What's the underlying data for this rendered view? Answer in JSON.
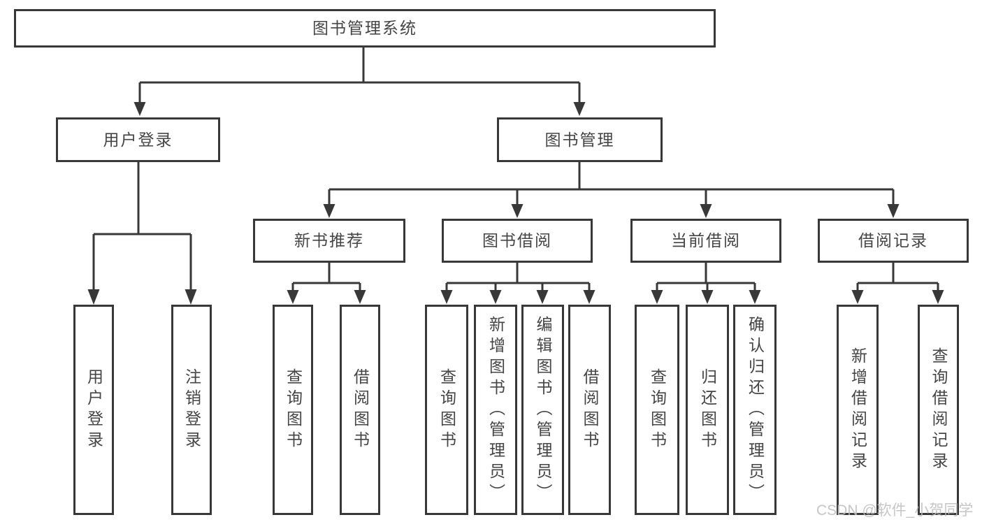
{
  "tree": {
    "root": {
      "label": "图书管理系统"
    },
    "branches": [
      {
        "label": "用户登录",
        "leaves": [
          "用户登录",
          "注销登录"
        ]
      },
      {
        "label": "图书管理",
        "groups": [
          {
            "label": "新书推荐",
            "leaves": [
              "查询图书",
              "借阅图书"
            ]
          },
          {
            "label": "图书借阅",
            "leaves": [
              "查询图书",
              "新增图书（管理员）",
              "编辑图书（管理员）",
              "借阅图书"
            ]
          },
          {
            "label": "当前借阅",
            "leaves": [
              "查询图书",
              "归还图书",
              "确认归还（管理员）"
            ]
          },
          {
            "label": "借阅记录",
            "leaves": [
              "新增借阅记录",
              "查询借阅记录"
            ]
          }
        ]
      }
    ]
  },
  "watermark": "CSDN @软件_小贺同学",
  "colors": {
    "line": "#383838",
    "text": "#454545",
    "watermark": "#bebebe",
    "background": "#ffffff"
  }
}
